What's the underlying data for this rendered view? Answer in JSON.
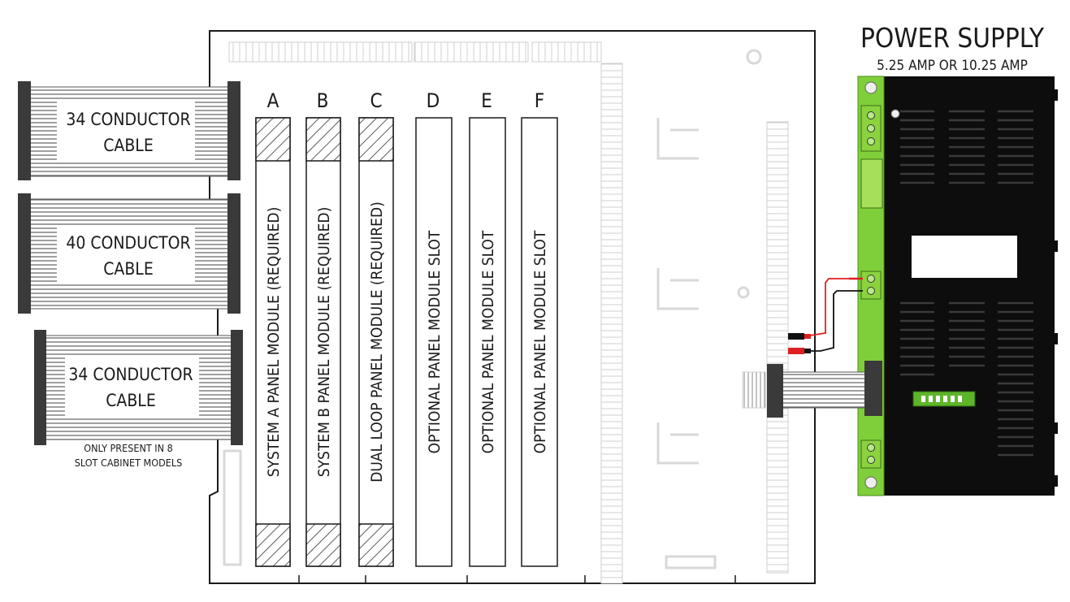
{
  "power_supply": {
    "title": "POWER SUPPLY",
    "subtitle": "5.25 AMP OR 10.25 AMP"
  },
  "slots": [
    {
      "letter": "A",
      "label": "SYSTEM A PANEL MODULE (REQUIRED)",
      "required": true
    },
    {
      "letter": "B",
      "label": "SYSTEM B PANEL MODULE (REQUIRED)",
      "required": true
    },
    {
      "letter": "C",
      "label": "DUAL LOOP PANEL MODULE (REQUIRED)",
      "required": true
    },
    {
      "letter": "D",
      "label": "OPTIONAL PANEL MODULE SLOT",
      "required": false
    },
    {
      "letter": "E",
      "label": "OPTIONAL PANEL MODULE SLOT",
      "required": false
    },
    {
      "letter": "F",
      "label": "OPTIONAL PANEL MODULE SLOT",
      "required": false
    }
  ],
  "cables": [
    {
      "line1": "34 CONDUCTOR",
      "line2": "CABLE"
    },
    {
      "line1": "40 CONDUCTOR",
      "line2": "CABLE"
    },
    {
      "line1": "34 CONDUCTOR",
      "line2": "CABLE"
    }
  ],
  "cable_note": {
    "line1": "ONLY PRESENT IN 8",
    "line2": "SLOT CABINET MODELS"
  },
  "colors": {
    "outline": "#1a1a1a",
    "faint": "#d6d6d6",
    "psu_body": "#0d0d0d",
    "pcb_green": "#7fcf3a",
    "terminal_green": "#8bd33e",
    "wire_red": "#e02020",
    "wire_black": "#111111"
  }
}
